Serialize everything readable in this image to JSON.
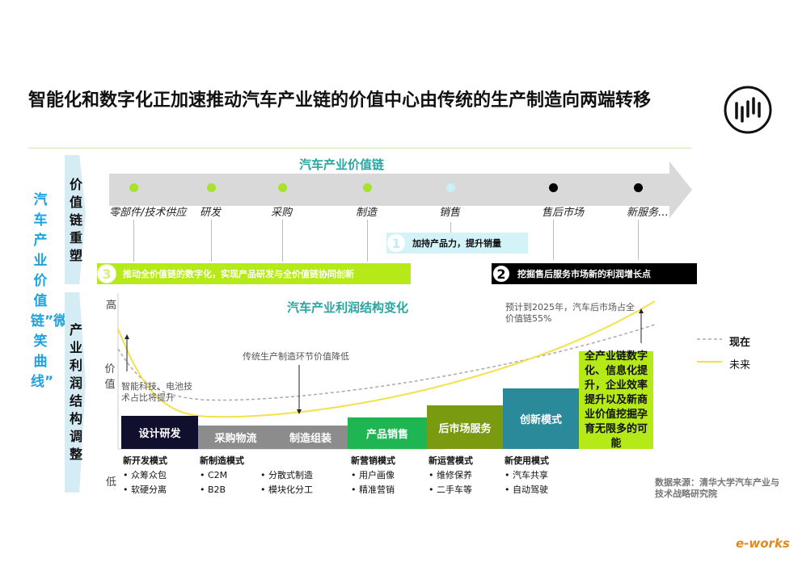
{
  "title": "智能化和数字化正加速推动汽车产业链的价值中心由传统的生产制造向两端转移",
  "side_label": "汽车产业价值链”微笑曲线”",
  "panel_top": "价值链重塑",
  "panel_bottom": "产业利润结构调整",
  "chain": {
    "title": "汽车产业价值链",
    "nodes": [
      {
        "label": "零部件/技术供应",
        "color": "#a6e22e"
      },
      {
        "label": "研发",
        "color": "#a6e22e"
      },
      {
        "label": "采购",
        "color": "#a6e22e"
      },
      {
        "label": "制造",
        "color": "#a6e22e"
      },
      {
        "label": "销售",
        "color": "#c8f0f5"
      },
      {
        "label": "售后市场",
        "color": "#000000"
      },
      {
        "label": "新服务…",
        "color": "#000000"
      }
    ]
  },
  "callouts": [
    {
      "num": "1",
      "text": "加持产品力，提升销量"
    },
    {
      "num": "2",
      "text": "挖掘售后服务市场新的利润增长点"
    },
    {
      "num": "3",
      "text": "推动全价值链的数字化，实现产品研发与全价值链协同创新"
    }
  ],
  "chart": {
    "title": "汽车产业利润结构变化",
    "y_high": "高",
    "y_mid": "价值",
    "y_low": "低",
    "ann_left": "智能科技、电池技术占比将提升",
    "ann_mid": "传统生产制造环节价值降低",
    "ann_right": "预计到2025年，汽车后市场占全价值链55%",
    "legend": [
      {
        "label": "现在",
        "style": "dashed",
        "color": "#aaaaaa"
      },
      {
        "label": "未来",
        "style": "solid",
        "color": "#f2e24a"
      }
    ],
    "bars": [
      {
        "label": "设计研发",
        "color": "#10102e"
      },
      {
        "label": "采购物流",
        "color": "#8c8c8c"
      },
      {
        "label": "制造组装",
        "color": "#8c8c8c"
      },
      {
        "label": "产品销售",
        "color": "#1fb553"
      },
      {
        "label": "后市场服务",
        "color": "#7a9a10"
      },
      {
        "label": "创新模式",
        "color": "#2a8a9a"
      },
      {
        "label": "全产业链数字化、信息化提升，企业效率提升以及新商业价值挖掘孕育无限多的可能",
        "color": "#b5ea18"
      }
    ],
    "groups": [
      {
        "title": "新开发模式",
        "items": [
          "众筹众包",
          "软硬分离"
        ]
      },
      {
        "title": "新制造模式",
        "items": [
          "C2M",
          "B2B"
        ],
        "items2": [
          "分散式制造",
          "模块化分工"
        ]
      },
      {
        "title": "新营销模式",
        "items": [
          "用户画像",
          "精准营销"
        ]
      },
      {
        "title": "新运营模式",
        "items": [
          "维修保养",
          "二手车等"
        ]
      },
      {
        "title": "新使用模式",
        "items": [
          "汽车共享",
          "自动驾驶"
        ]
      }
    ]
  },
  "source": "数据来源：清华大学汽车产业与技术战略研究院",
  "watermark": "e-works"
}
